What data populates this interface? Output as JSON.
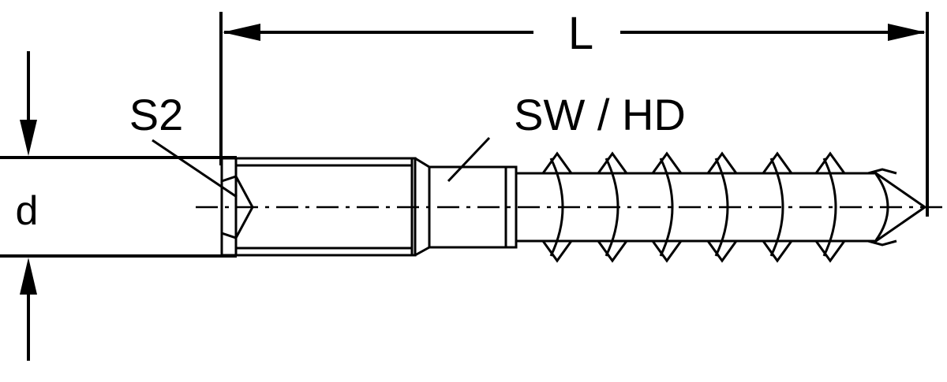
{
  "diagram": {
    "type": "technical drawing",
    "colors": {
      "line": "#000000",
      "background": "#ffffff"
    },
    "labels": {
      "length": "L",
      "diameter": "d",
      "drive": "S2",
      "shank": "SW / HD"
    }
  }
}
